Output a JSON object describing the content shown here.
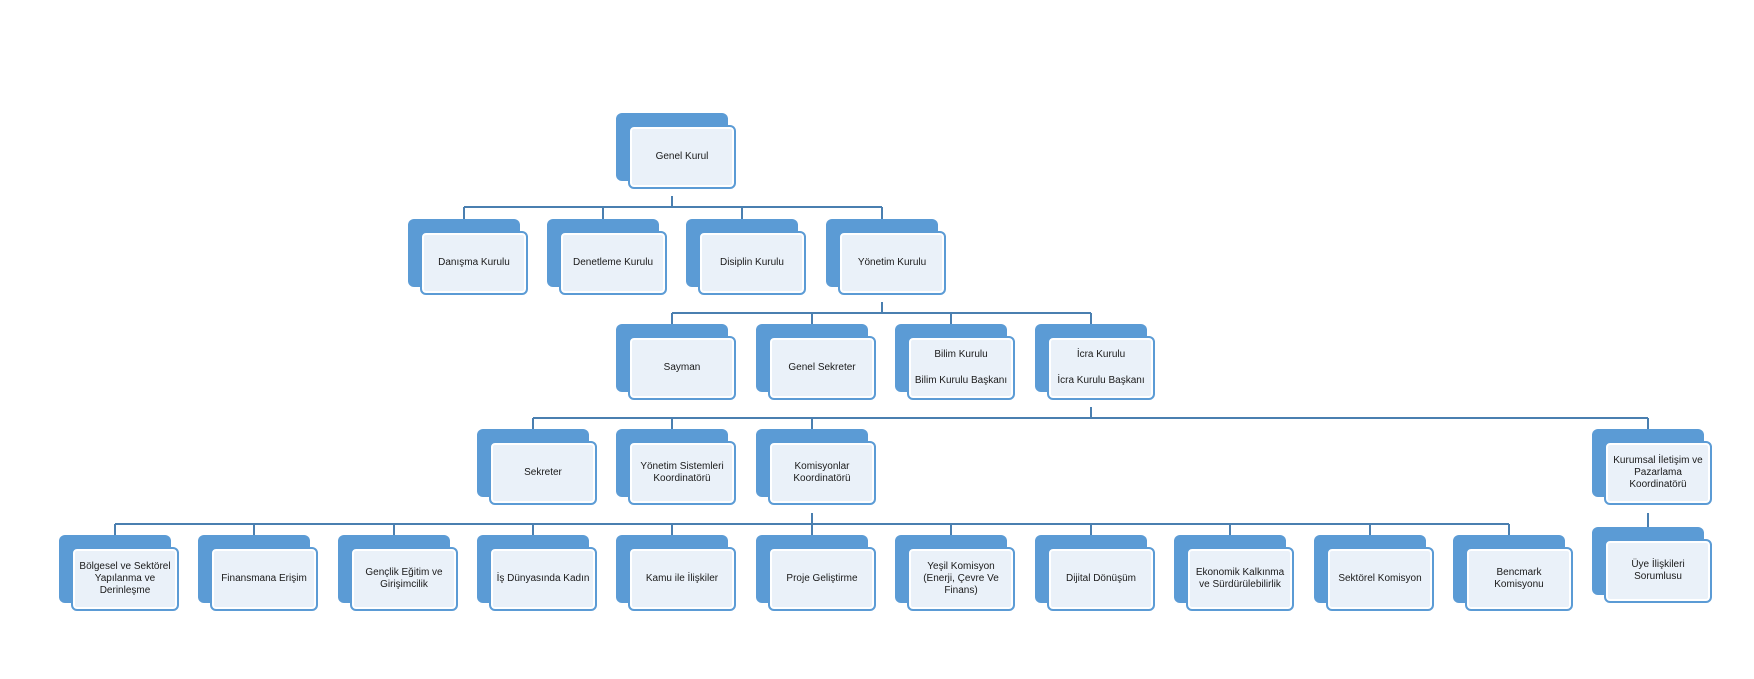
{
  "colors": {
    "accent": "#5b9bd5",
    "box_fill": "#eaf1f9",
    "line": "#4a7fb0"
  },
  "nodes": {
    "genel_kurul": "Genel Kurul",
    "danisma_kurulu": "Danışma Kurulu",
    "denetleme_kurulu": "Denetleme Kurulu",
    "disiplin_kurulu": "Disiplin Kurulu",
    "yonetim_kurulu": "Yönetim Kurulu",
    "sayman": "Sayman",
    "genel_sekreter": "Genel Sekreter",
    "bilim_kurulu": "Bilim Kurulu",
    "bilim_kurulu_baskani": "Bilim Kurulu Başkanı",
    "icra_kurulu": "İcra Kurulu",
    "icra_kurulu_baskani": "İcra Kurulu Başkanı",
    "sekreter": "Sekreter",
    "yonetim_sistemleri": "Yönetim Sistemleri Koordinatörü",
    "komisyonlar": "Komisyonlar Koordinatörü",
    "kurumsal_iletisim": "Kurumsal İletişim ve Pazarlama Koordinatörü",
    "bolgesel": "Bölgesel  ve Sektörel Yapılanma ve Derinleşme",
    "finansmana": "Finansmana Erişim",
    "genclik": "Gençlik Eğitim ve Girişimcilik",
    "is_dunyasinda": "İş Dünyasında Kadın",
    "kamu": "Kamu ile İlişkiler",
    "proje": "Proje Geliştirme",
    "yesil": "Yeşil Komisyon (Enerji, Çevre Ve Finans)",
    "dijital": "Dijital Dönüşüm",
    "ekonomik": "Ekonomik Kalkınma ve Sürdürülebilirlik",
    "sektorel": "Sektörel Komisyon",
    "bencmark": "Bencmark Komisyonu",
    "uye_iliskileri": "Üye İlişkileri Sorumlusu"
  }
}
